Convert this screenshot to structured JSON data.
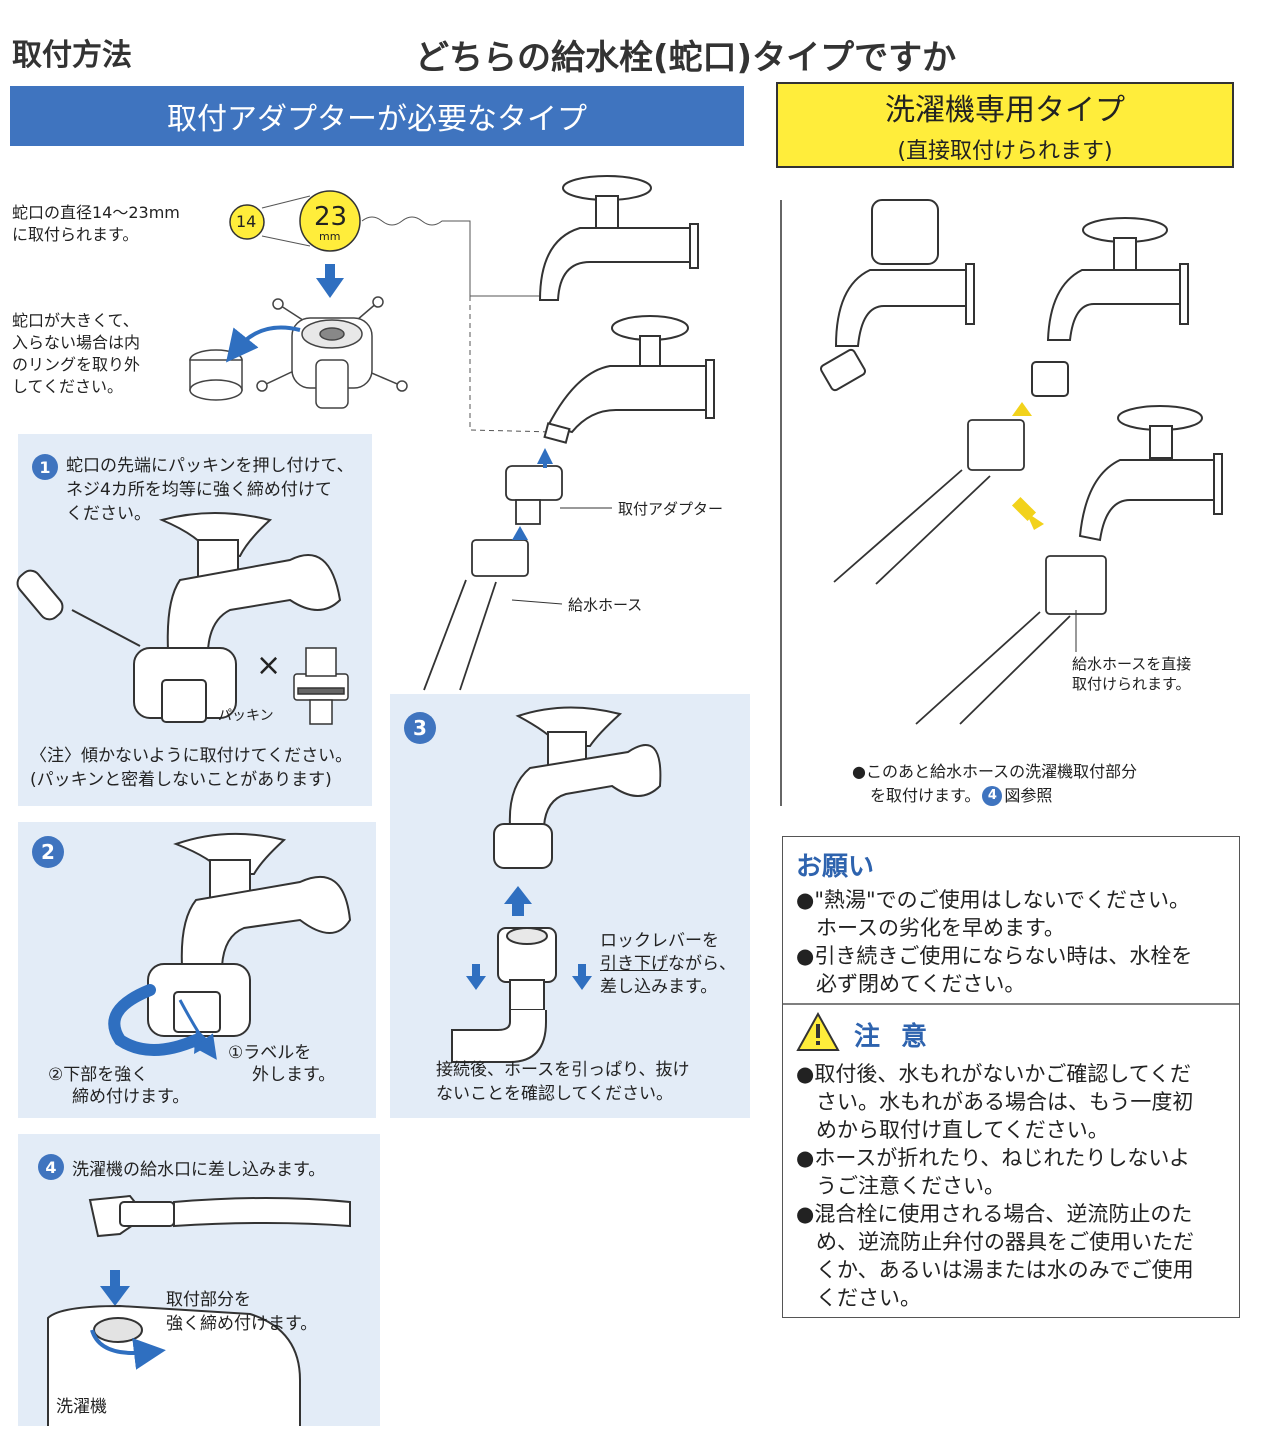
{
  "header": {
    "left_title": "取付方法",
    "main_title": "どちらの給水栓(蛇口)タイプですか"
  },
  "adapter_type": {
    "banner": "取付アダプターが必要なタイプ",
    "diameter_note": [
      "蛇口の直径14〜23mm",
      "に取付られます。"
    ],
    "size_small": "14",
    "size_large": "23",
    "size_unit": "mm",
    "ring_note": [
      "蛇口が大きくて、",
      "入らない場合は内",
      "のリングを取り外",
      "してください。"
    ],
    "adapter_label": "取付アダプター",
    "hose_label": "給水ホース"
  },
  "direct_type": {
    "banner_line1": "洗濯機専用タイプ",
    "banner_line2": "(直接取付けられます)",
    "direct_label": [
      "給水ホースを直接",
      "取付けられます。"
    ],
    "after_note_line1": "●このあと給水ホースの洗濯機取付部分",
    "after_note_pre": "を取付けます。",
    "after_note_step": "4",
    "after_note_post": "図参照"
  },
  "steps": [
    {
      "number": "1",
      "text": [
        "蛇口の先端にパッキンを押し付けて、",
        "ネジ4カ所を均等に強く締め付けて",
        "ください。"
      ],
      "x_mark": "×",
      "packing_label": "パッキン",
      "caution": [
        "〈注〉傾かないように取付けてください。",
        "(パッキンと密着しないことがあります)"
      ]
    },
    {
      "number": "2",
      "label_remove": [
        "①ラベルを",
        "外します。"
      ],
      "label_tighten": [
        "②下部を強く",
        "締め付けます。"
      ]
    },
    {
      "number": "3",
      "lever_note_l1": "ロックレバーを",
      "lever_note_u": "引き下げ",
      "lever_note_l2_rest": "ながら、",
      "lever_note_l3": "差し込みます。",
      "check_note": [
        "接続後、ホースを引っぱり、抜け",
        "ないことを確認してください。"
      ]
    },
    {
      "number": "4",
      "text": "洗濯機の給水口に差し込みます。",
      "tighten_note": [
        "取付部分を",
        "強く締め付けます。"
      ],
      "machine_label": "洗濯機"
    }
  ],
  "request": {
    "title": "お願い",
    "items": [
      [
        "●\"熱湯\"でのご使用はしないでください。",
        "ホースの劣化を早めます。"
      ],
      [
        "●引き続きご使用にならない時は、水栓を",
        "必ず閉めてください。"
      ]
    ]
  },
  "caution": {
    "title": "注 意",
    "items": [
      [
        "●取付後、水もれがないかご確認してくだ",
        "さい。水もれがある場合は、もう一度初",
        "めから取付け直してください。"
      ],
      [
        "●ホースが折れたり、ねじれたりしないよ",
        "うご注意ください。"
      ],
      [
        "●混合栓に使用される場合、逆流防止のた",
        "め、逆流防止弁付の器具をご使用いただ",
        "くか、あるいは湯または水のみでご使用",
        "ください。"
      ]
    ]
  },
  "colors": {
    "blue": "#3f74bf",
    "panel": "#e3ecf7",
    "yellow": "#ffed3b",
    "arrow": "#2f6fc0"
  }
}
